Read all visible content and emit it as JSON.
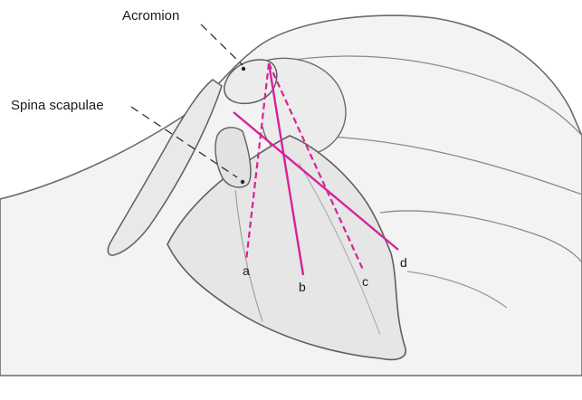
{
  "labels": {
    "acromion": "Acromion",
    "spina_scapulae": "Spina scapulae"
  },
  "approaches": [
    {
      "id": "a",
      "style": "dashed"
    },
    {
      "id": "b",
      "style": "solid"
    },
    {
      "id": "c",
      "style": "dashed"
    },
    {
      "id": "d",
      "style": "solid"
    }
  ],
  "colors": {
    "approach_line": "#d6249a",
    "outline": "#5f5f5f",
    "bone_fill": "#e6e6e6",
    "skin_fill": "#f3f3f3",
    "leader": "#222222"
  }
}
